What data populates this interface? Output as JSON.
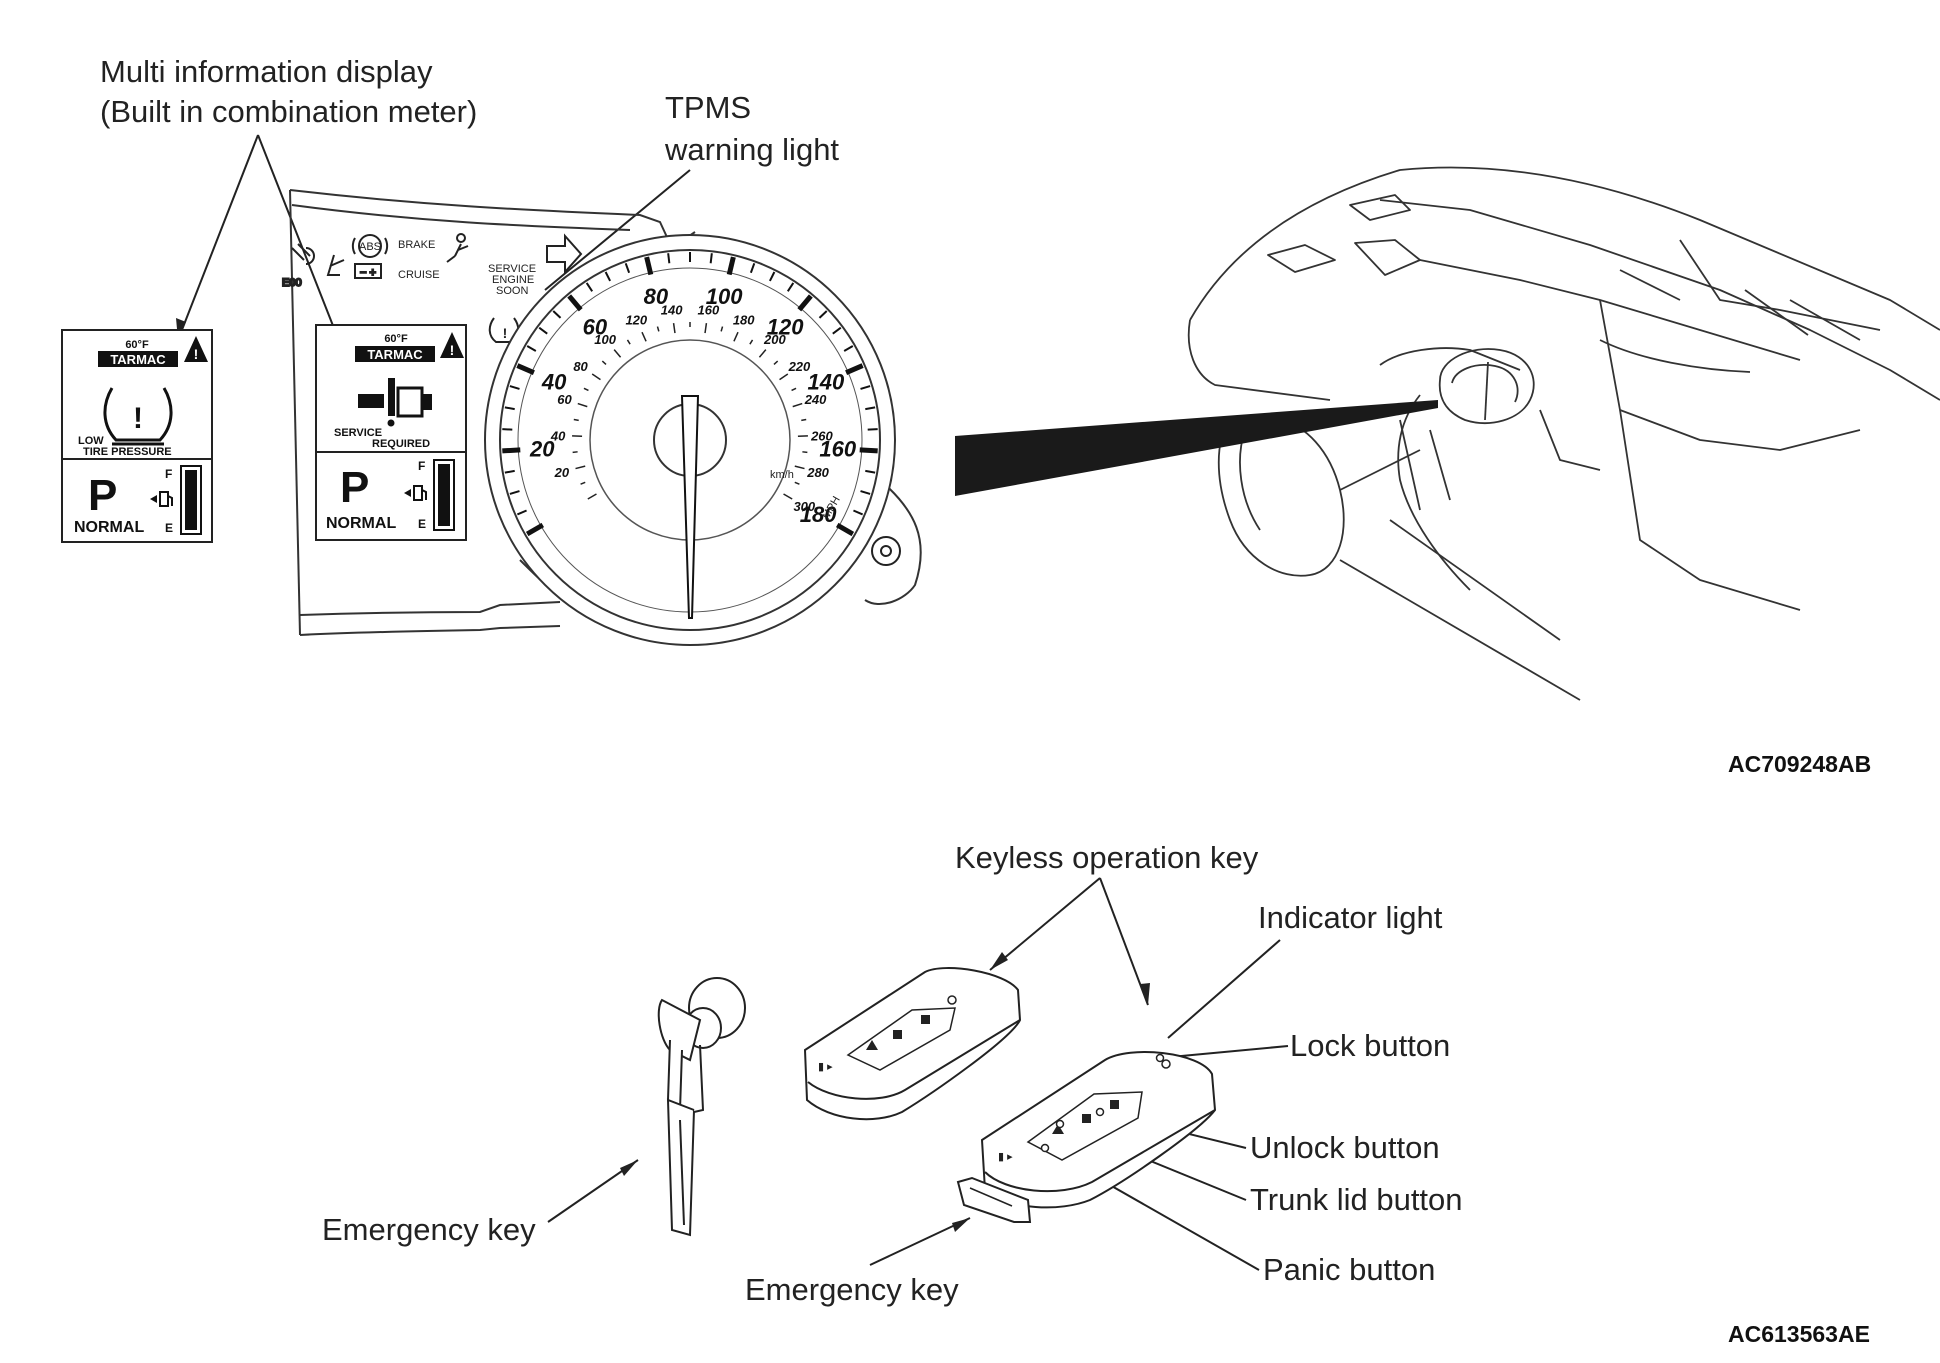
{
  "callouts": {
    "multi_info_line1": "Multi information display",
    "multi_info_line2": "(Built in combination meter)",
    "tpms_line1": "TPMS",
    "tpms_line2": "warning light",
    "keyless_key": "Keyless operation key",
    "indicator_light": "Indicator light",
    "lock_button": "Lock button",
    "unlock_button": "Unlock button",
    "trunk_lid_button": "Trunk lid button",
    "panic_button": "Panic button",
    "emergency_key_left": "Emergency key",
    "emergency_key_bottom": "Emergency key"
  },
  "figure_codes": {
    "top": "AC709248AB",
    "bottom": "AC613563AE"
  },
  "lcd_left": {
    "temp": "60°F",
    "mode": "TARMAC",
    "warn_line1": "LOW",
    "warn_line2": "TIRE PRESSURE",
    "gear": "P",
    "drive_mode": "NORMAL",
    "fuel_full": "F",
    "fuel_empty": "E"
  },
  "lcd_right": {
    "temp": "60°F",
    "mode": "TARMAC",
    "warn_line1": "SERVICE",
    "warn_line2": "REQUIRED",
    "gear": "P",
    "drive_mode": "NORMAL",
    "fuel_full": "F",
    "fuel_empty": "E"
  },
  "cluster_labels": {
    "abs": "ABS",
    "brake": "BRAKE",
    "cruise": "CRUISE",
    "service_line1": "SERVICE",
    "service_line2": "ENGINE",
    "service_line3": "SOON",
    "unit_kmh": "km/h",
    "unit_mph": "MPH"
  },
  "speedo": {
    "mph_labels": [
      "20",
      "40",
      "60",
      "80",
      "100",
      "120",
      "140",
      "160",
      "180"
    ],
    "kmh_labels": [
      "20",
      "40",
      "60",
      "80",
      "100",
      "120",
      "140",
      "160",
      "180",
      "200",
      "220",
      "240",
      "260",
      "280",
      "300"
    ]
  }
}
